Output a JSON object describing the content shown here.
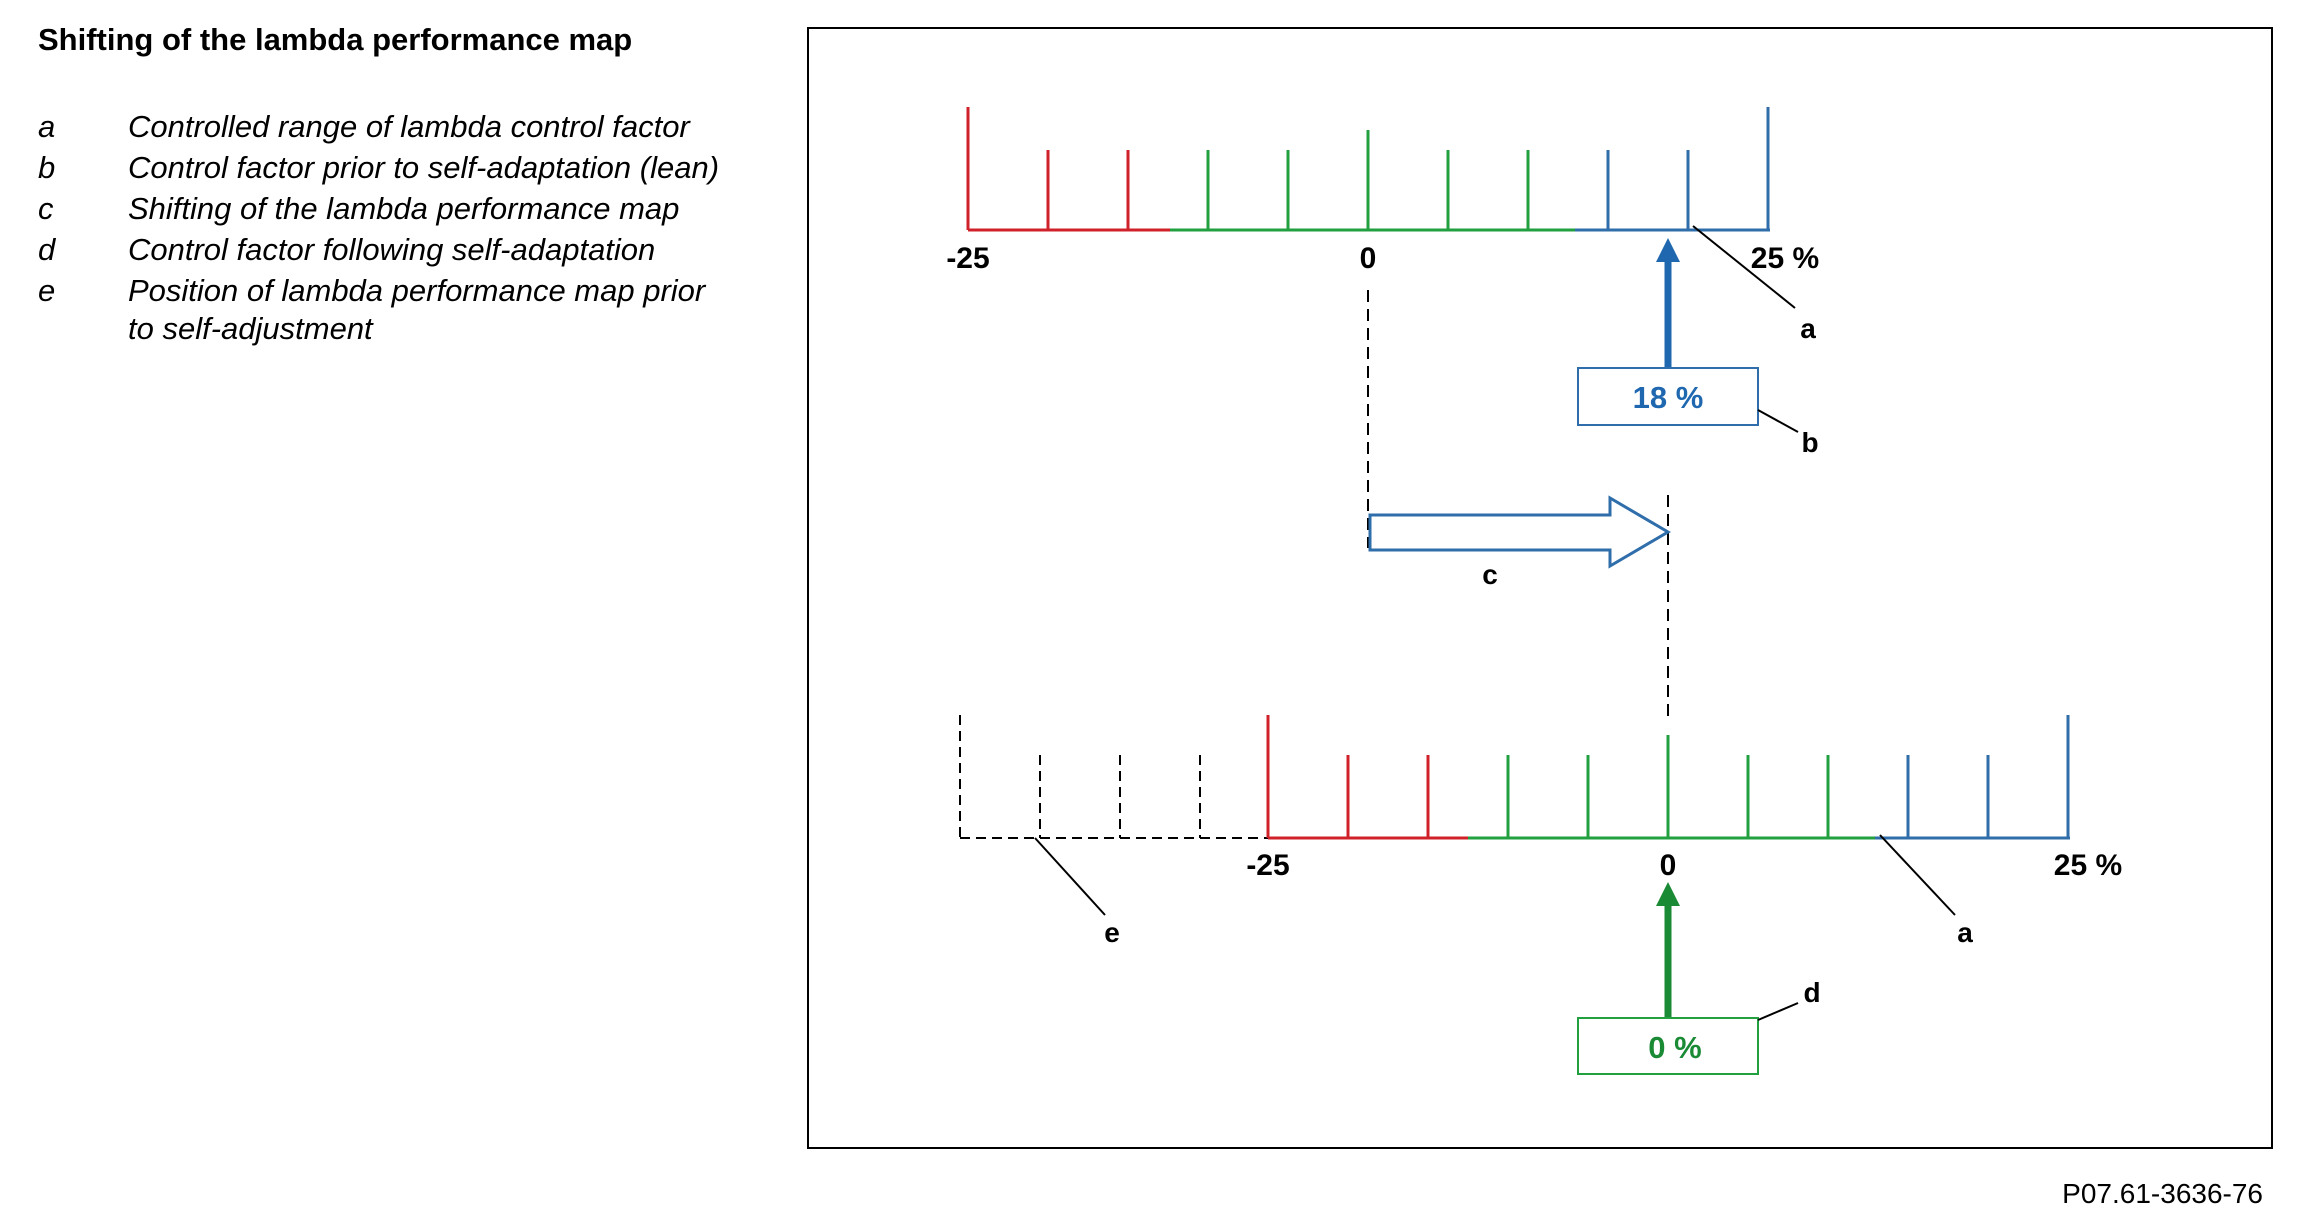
{
  "title": "Shifting of the lambda performance map",
  "legend": [
    {
      "key": "a",
      "text": "Controlled range of lambda control factor"
    },
    {
      "key": "b",
      "text": "Control factor prior to self-adaptation (lean)"
    },
    {
      "key": "c",
      "text": "Shifting of the lambda performance map"
    },
    {
      "key": "d",
      "text": "Control factor following self-adaptation"
    },
    {
      "key": "e",
      "text": "Position of lambda performance map prior to self-adjustment"
    }
  ],
  "diagram": {
    "scale_top": {
      "min_label": "-25",
      "zero_label": "0",
      "max_label": "25 %"
    },
    "scale_bottom": {
      "min_label": "-25",
      "zero_label": "0",
      "max_label": "25 %"
    },
    "value_before": "18 %",
    "value_after": "0 %",
    "callouts": {
      "a_top": "a",
      "b": "b",
      "c": "c",
      "a_bottom": "a",
      "d": "d",
      "e": "e"
    }
  },
  "colors": {
    "red": "#d0212a",
    "green": "#22a040",
    "blue": "#2f6eaa",
    "arrow_blue": "#1f68b0",
    "arrow_green": "#1a8a35"
  },
  "figure_ref": "P07.61-3636-76"
}
